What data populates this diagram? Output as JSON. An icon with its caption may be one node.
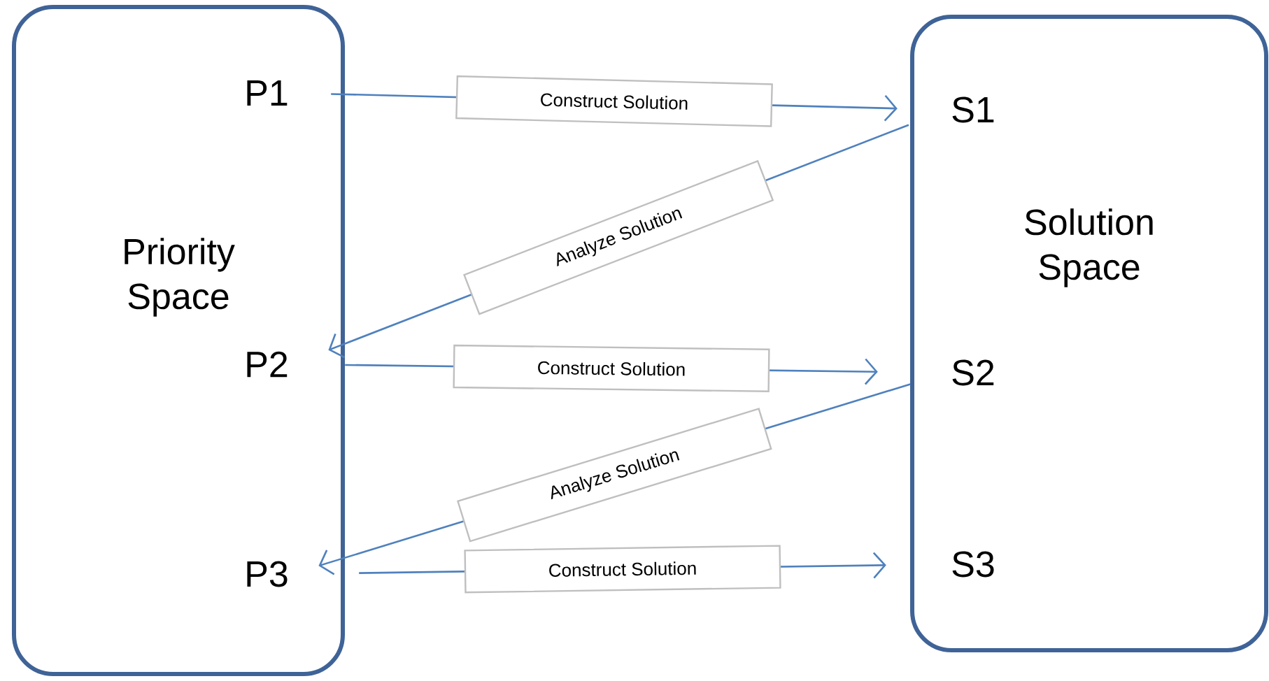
{
  "diagram": {
    "nodes": [
      {
        "text": [
          "Priority Space"
        ]
      },
      {
        "text": [
          "P1"
        ],
        "in": 0
      },
      {
        "text": [
          "P2"
        ],
        "in": 0
      },
      {
        "text": [
          "P3"
        ],
        "in": 0
      },
      {
        "text": [
          "Solution Space"
        ]
      },
      {
        "text": [
          "S1"
        ],
        "in": 4
      },
      {
        "text": [
          "S2"
        ],
        "in": 4
      },
      {
        "text": [
          "S3"
        ],
        "in": 4
      }
    ],
    "edges": [
      {
        "from": 1,
        "to": 5,
        "arrow": "to",
        "label": "Construct Solution"
      },
      {
        "from": 5,
        "to": 2,
        "arrow": "to",
        "label": "Analyze Solution"
      },
      {
        "from": 2,
        "to": 6,
        "arrow": "to",
        "label": "Construct Solution"
      },
      {
        "from": 6,
        "to": 3,
        "arrow": "to",
        "label": "Analyze Solution"
      },
      {
        "from": 3,
        "to": 7,
        "arrow": "to",
        "label": "Construct Solution"
      }
    ]
  }
}
